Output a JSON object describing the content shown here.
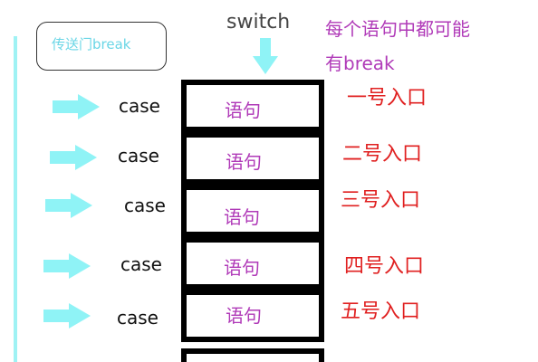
{
  "teleport": {
    "label": "传送门break"
  },
  "switch": {
    "label": "switch"
  },
  "note": {
    "line1": "每个语句中都可能",
    "line2": "有break"
  },
  "rows": [
    {
      "case_label": "case",
      "statement": "语句",
      "entry": "一号入口"
    },
    {
      "case_label": "case",
      "statement": "语句",
      "entry": "二号入口"
    },
    {
      "case_label": "case",
      "statement": "语句",
      "entry": "三号入口"
    },
    {
      "case_label": "case",
      "statement": "语句",
      "entry": "四号入口"
    },
    {
      "case_label": "case",
      "statement": "语句",
      "entry": "五号入口"
    }
  ],
  "colors": {
    "arrow": "#8ff3f6",
    "statement_text": "#b03ab8",
    "entry_text": "#e02020",
    "note_text": "#b03ab8",
    "teleport_text": "#6ad6e6"
  }
}
